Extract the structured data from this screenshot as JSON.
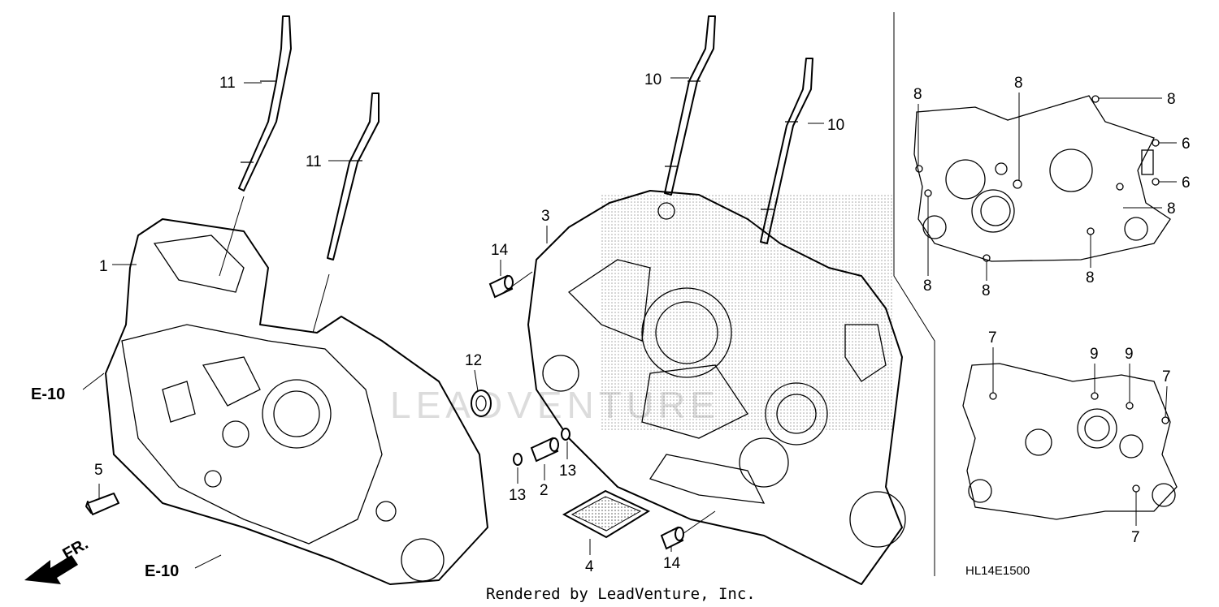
{
  "diagram": {
    "code": "HL14E1500",
    "footer": "Rendered by LeadVenture, Inc.",
    "watermark": "LEADVENTURE",
    "direction_label": "FR."
  },
  "callouts": {
    "c1": "1",
    "c2": "2",
    "c3": "3",
    "c4": "4",
    "c5": "5",
    "c10a": "10",
    "c10b": "10",
    "c11a": "11",
    "c11b": "11",
    "c12": "12",
    "c13a": "13",
    "c13b": "13",
    "c14a": "14",
    "c14b": "14"
  },
  "refs": {
    "e10_top": "E-10",
    "e10_bottom": "E-10"
  },
  "inset_top": {
    "l1": "8",
    "l2": "8",
    "l3": "8",
    "l4": "6",
    "l5": "6",
    "l6": "8",
    "l7": "8",
    "l8": "8",
    "l9": "8"
  },
  "inset_bottom": {
    "l1": "7",
    "l2": "9",
    "l3": "9",
    "l4": "7",
    "l5": "7"
  }
}
